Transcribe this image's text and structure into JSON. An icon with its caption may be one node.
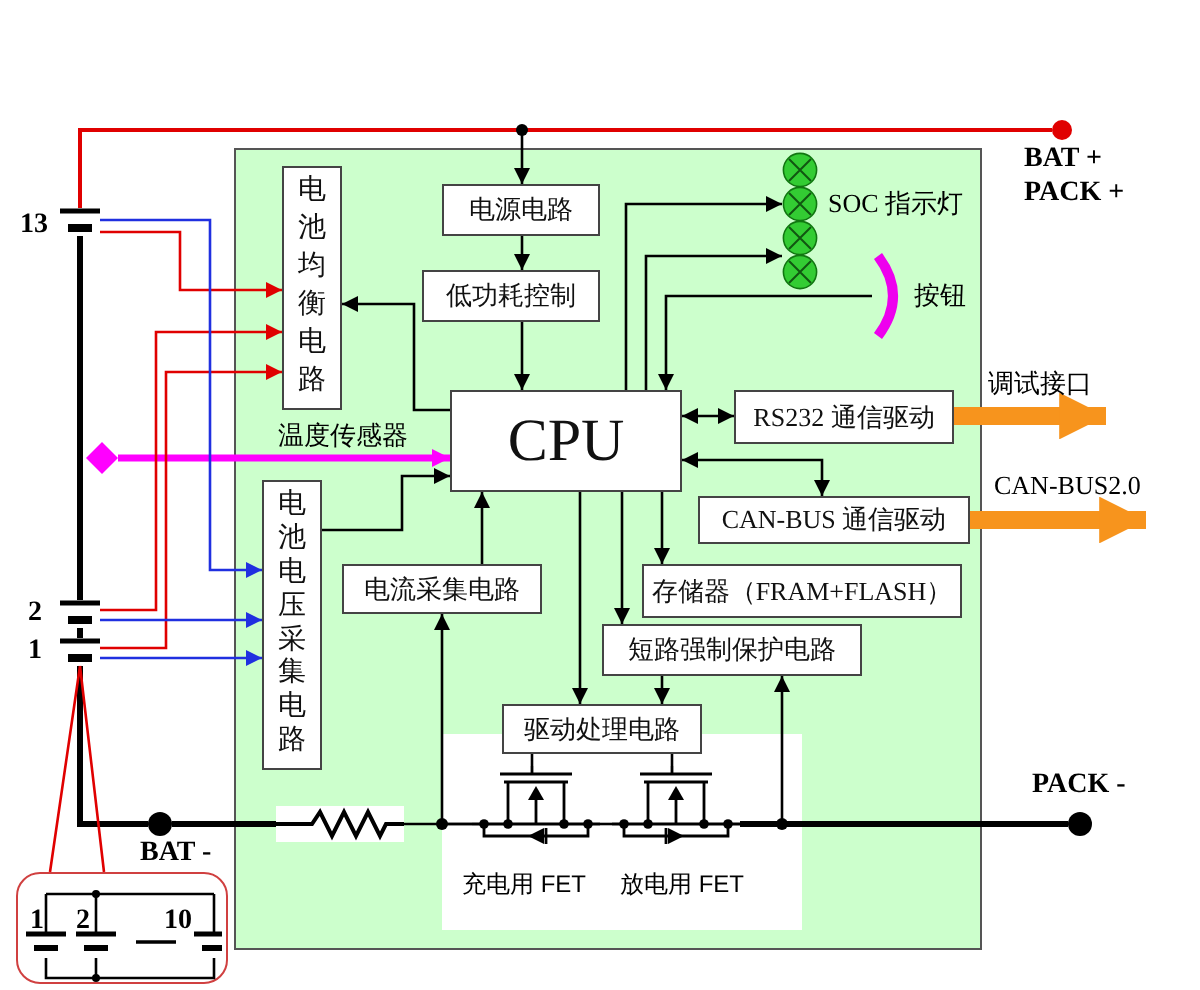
{
  "diagram": {
    "nodes": [
      {
        "text": [],
        "shape": "box"
      },
      {
        "text": [
          "电池均衡电路"
        ],
        "in": 0
      },
      {
        "text": [
          "电源电路"
        ],
        "in": 0
      },
      {
        "text": [
          "低功耗控制"
        ],
        "in": 0
      },
      {
        "text": [
          "CPU"
        ],
        "in": 0
      },
      {
        "text": [],
        "shape": "picture",
        "beside": [
          "SOC 指示灯"
        ],
        "in": 0
      },
      {
        "text": [],
        "shape": "picture",
        "beside": [
          "按钮"
        ],
        "in": 0
      },
      {
        "text": [
          "RS232 通信驱动"
        ],
        "in": 0
      },
      {
        "text": [
          "CAN-BUS 通信驱动"
        ],
        "in": 0
      },
      {
        "text": [
          "电池电压采集电路"
        ],
        "in": 0
      },
      {
        "text": [
          "电流采集电路"
        ],
        "in": 0
      },
      {
        "text": [
          "存储器（FRAM+FLASH）"
        ],
        "in": 0
      },
      {
        "text": [
          "短路强制保护电路"
        ],
        "in": 0
      },
      {
        "text": [
          "驱动处理电路"
        ],
        "in": 0
      },
      {
        "text": [],
        "shape": "picture",
        "beside": [
          "充电用 FET"
        ],
        "in": 0
      },
      {
        "text": [],
        "shape": "picture",
        "beside": [
          "放电用 FET"
        ],
        "in": 0
      },
      {
        "text": [],
        "shape": "picture",
        "in": 0
      },
      {
        "text": [],
        "shape": "battery",
        "beside": [
          "13"
        ]
      },
      {
        "text": [],
        "shape": "battery",
        "beside": [
          "2"
        ]
      },
      {
        "text": [],
        "shape": "battery",
        "beside": [
          "1"
        ]
      },
      {
        "text": [],
        "shape": "circle",
        "beside": [
          "BAT +",
          "PACK +"
        ]
      },
      {
        "text": [],
        "shape": "circle",
        "beside": [
          "BAT -"
        ]
      },
      {
        "text": [],
        "shape": "circle",
        "beside": [
          "PACK -"
        ]
      },
      {
        "text": [],
        "shape": "diamond"
      },
      {
        "text": [
          "1",
          "2",
          "10"
        ]
      }
    ],
    "edges": [
      {
        "from": null,
        "to": 2,
        "arrow": "to"
      },
      {
        "from": 2,
        "to": 3,
        "arrow": "to"
      },
      {
        "from": 3,
        "to": 4,
        "arrow": "to"
      },
      {
        "from": 4,
        "to": 1,
        "arrow": "to"
      },
      {
        "from": 9,
        "to": 4,
        "arrow": "to"
      },
      {
        "from": 10,
        "to": 4,
        "arrow": "to"
      },
      {
        "from": 4,
        "to": 5,
        "arrow": "to"
      },
      {
        "from": 4,
        "to": 5,
        "arrow": "to"
      },
      {
        "from": 6,
        "to": 4,
        "arrow": "to"
      },
      {
        "from": 4,
        "to": 7,
        "arrow": "both"
      },
      {
        "from": 4,
        "to": 8,
        "arrow": "both"
      },
      {
        "from": 4,
        "to": 11,
        "arrow": "to"
      },
      {
        "from": 4,
        "to": 12,
        "arrow": "to"
      },
      {
        "from": 4,
        "to": 13,
        "arrow": "to"
      },
      {
        "from": 12,
        "to": 13,
        "arrow": "to"
      },
      {
        "from": null,
        "to": 12,
        "arrow": "to"
      },
      {
        "from": 14,
        "to": 10,
        "arrow": "to"
      },
      {
        "from": 7,
        "to": null,
        "arrow": "to",
        "label": "调试接口",
        "style": "thick",
        "color": "#f7941d"
      },
      {
        "from": 8,
        "to": null,
        "arrow": "to",
        "label": "CAN-BUS2.0",
        "style": "thick",
        "color": "#f7941d"
      },
      {
        "from": 23,
        "to": 4,
        "arrow": "to",
        "label": "温度传感器",
        "style": "thick",
        "color": "#ff00ff"
      },
      {
        "from": 17,
        "to": 1,
        "arrow": "to",
        "color": "#e00000"
      },
      {
        "from": 18,
        "to": 1,
        "arrow": "to",
        "color": "#e00000"
      },
      {
        "from": 19,
        "to": 1,
        "arrow": "to",
        "color": "#e00000"
      },
      {
        "from": 17,
        "to": 9,
        "arrow": "to",
        "color": "#2030e0"
      },
      {
        "from": 18,
        "to": 9,
        "arrow": "to",
        "color": "#2030e0"
      },
      {
        "from": 19,
        "to": 9,
        "arrow": "to",
        "color": "#2030e0"
      },
      {
        "from": 17,
        "to": 20,
        "arrow": "none",
        "color": "#e00000"
      },
      {
        "from": 17,
        "to": 18,
        "arrow": "none",
        "style": "thick"
      },
      {
        "from": 18,
        "to": 19,
        "arrow": "none",
        "style": "thick"
      },
      {
        "from": 19,
        "to": 21,
        "arrow": "none",
        "style": "thick"
      },
      {
        "from": 21,
        "to": 16,
        "arrow": "none",
        "style": "thick"
      },
      {
        "from": 16,
        "to": 14,
        "arrow": "none"
      },
      {
        "from": 14,
        "to": 15,
        "arrow": "none"
      },
      {
        "from": 15,
        "to": 22,
        "arrow": "none",
        "style": "thick"
      },
      {
        "from": 13,
        "to": 14,
        "arrow": "none"
      },
      {
        "from": 13,
        "to": 15,
        "arrow": "none"
      },
      {
        "from": 19,
        "to": 24,
        "arrow": "none",
        "color": "#e00000"
      }
    ]
  }
}
